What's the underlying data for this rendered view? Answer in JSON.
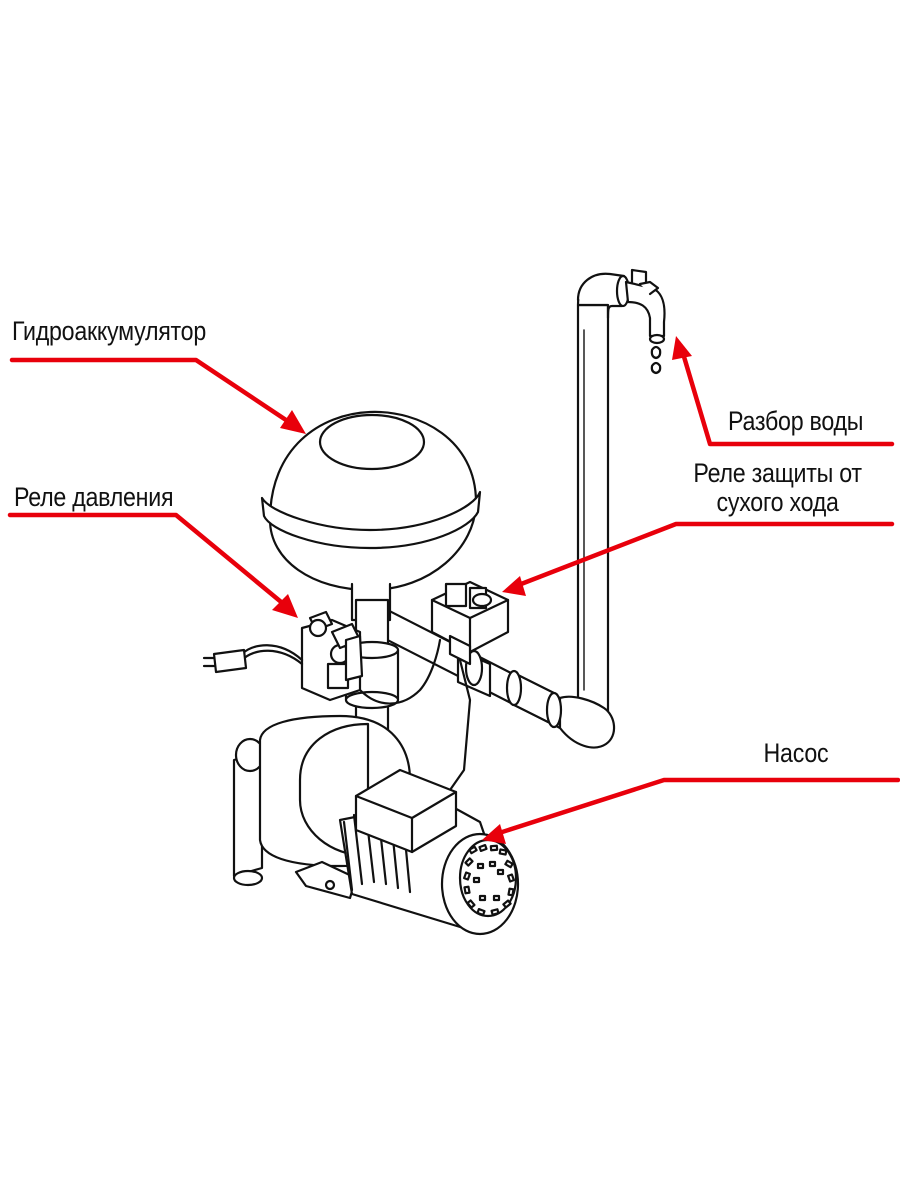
{
  "labels": {
    "accumulator": "Гидроаккумулятор",
    "pressure_switch": "Реле давления",
    "water_tap": "Разбор воды",
    "dry_run_relay_line1": "Реле защиты от",
    "dry_run_relay_line2": "сухого хода",
    "pump": "Насос"
  },
  "colors": {
    "arrow": "#e8000b",
    "line": "#111111",
    "background": "#ffffff"
  }
}
